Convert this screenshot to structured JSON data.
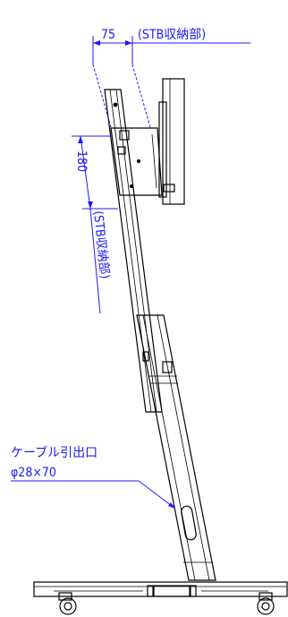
{
  "dimensions": {
    "width_label": "75",
    "width_note": "(STB収納部)",
    "height_label": "180",
    "height_note": "(STB収納部)"
  },
  "callout": {
    "title": "ケーブル引出口",
    "size": "φ28×70"
  },
  "colors": {
    "dimension": "#1a1aff",
    "line": "#000000"
  }
}
